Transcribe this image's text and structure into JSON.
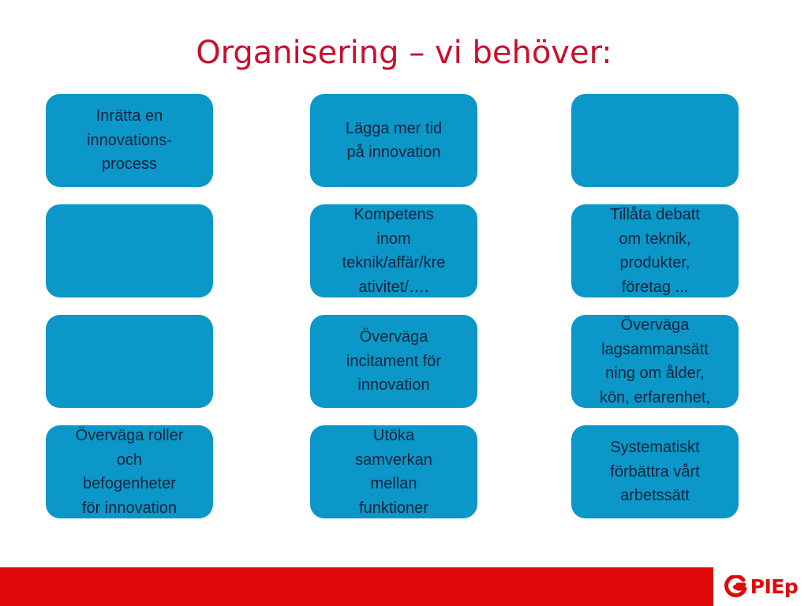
{
  "slide": {
    "title": "Organisering – vi behöver:"
  },
  "grid": {
    "boxes": [
      {
        "text": "Inrätta en\ninnovations-\nprocess"
      },
      {
        "text": "Lägga mer tid\npå innovation"
      },
      {
        "text": ""
      },
      {
        "text": ""
      },
      {
        "text": "Kompetens\ninom\nteknik/affär/kre\nativitet/…."
      },
      {
        "text": "Tillåta debatt\nom teknik,\nprodukter,\nföretag ..."
      },
      {
        "text": ""
      },
      {
        "text": "Överväga\nincitament för\ninnovation"
      },
      {
        "text": "Överväga\nlagsammansätt\nning om ålder,\nkön, erfarenhet,"
      },
      {
        "text": "Överväga roller\noch\nbefogenheter\nför innovation"
      },
      {
        "text": "Utöka\nsamverkan\nmellan\nfunktioner"
      },
      {
        "text": "Systematiskt\nförbättra vårt\narbetssätt"
      }
    ]
  },
  "footer": {
    "logo_text": "PIEp",
    "bar_color": "#e00a0a"
  },
  "colors": {
    "title": "#c8102e",
    "box_fill": "#0b97c7",
    "box_text": "#10233d"
  }
}
